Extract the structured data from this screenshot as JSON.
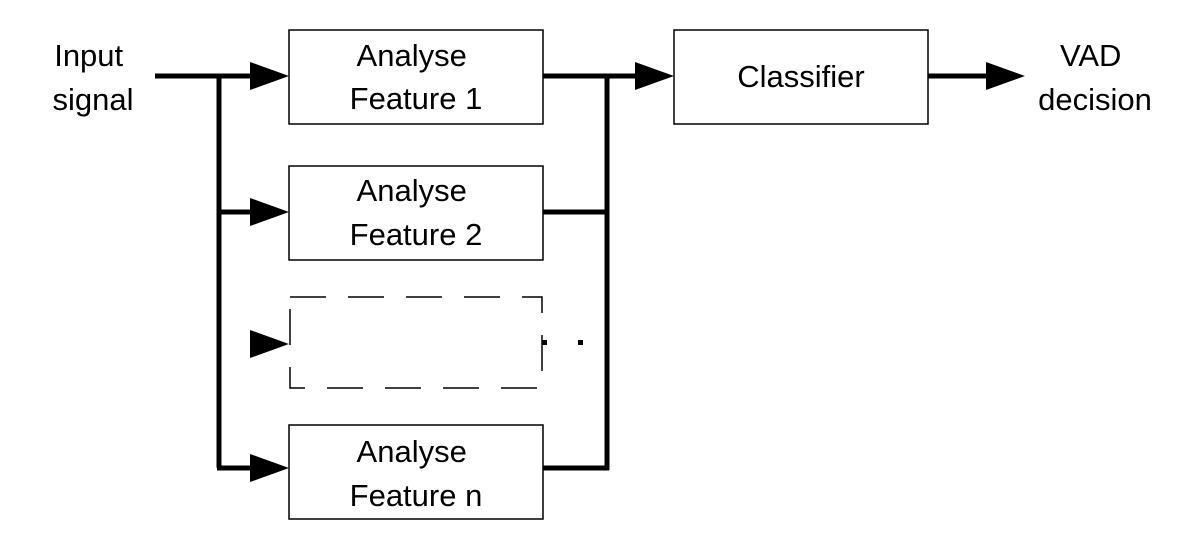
{
  "input_label": [
    "Input",
    "signal"
  ],
  "output_label": [
    "VAD",
    "decision"
  ],
  "feature_blocks": [
    {
      "lines": [
        "Analyse",
        "Feature 1"
      ]
    },
    {
      "lines": [
        "Analyse",
        "Feature 2"
      ]
    },
    {
      "lines": [
        "Analyse",
        "Feature n"
      ]
    }
  ],
  "classifier_label": "Classifier",
  "ellipsis": "· ·"
}
